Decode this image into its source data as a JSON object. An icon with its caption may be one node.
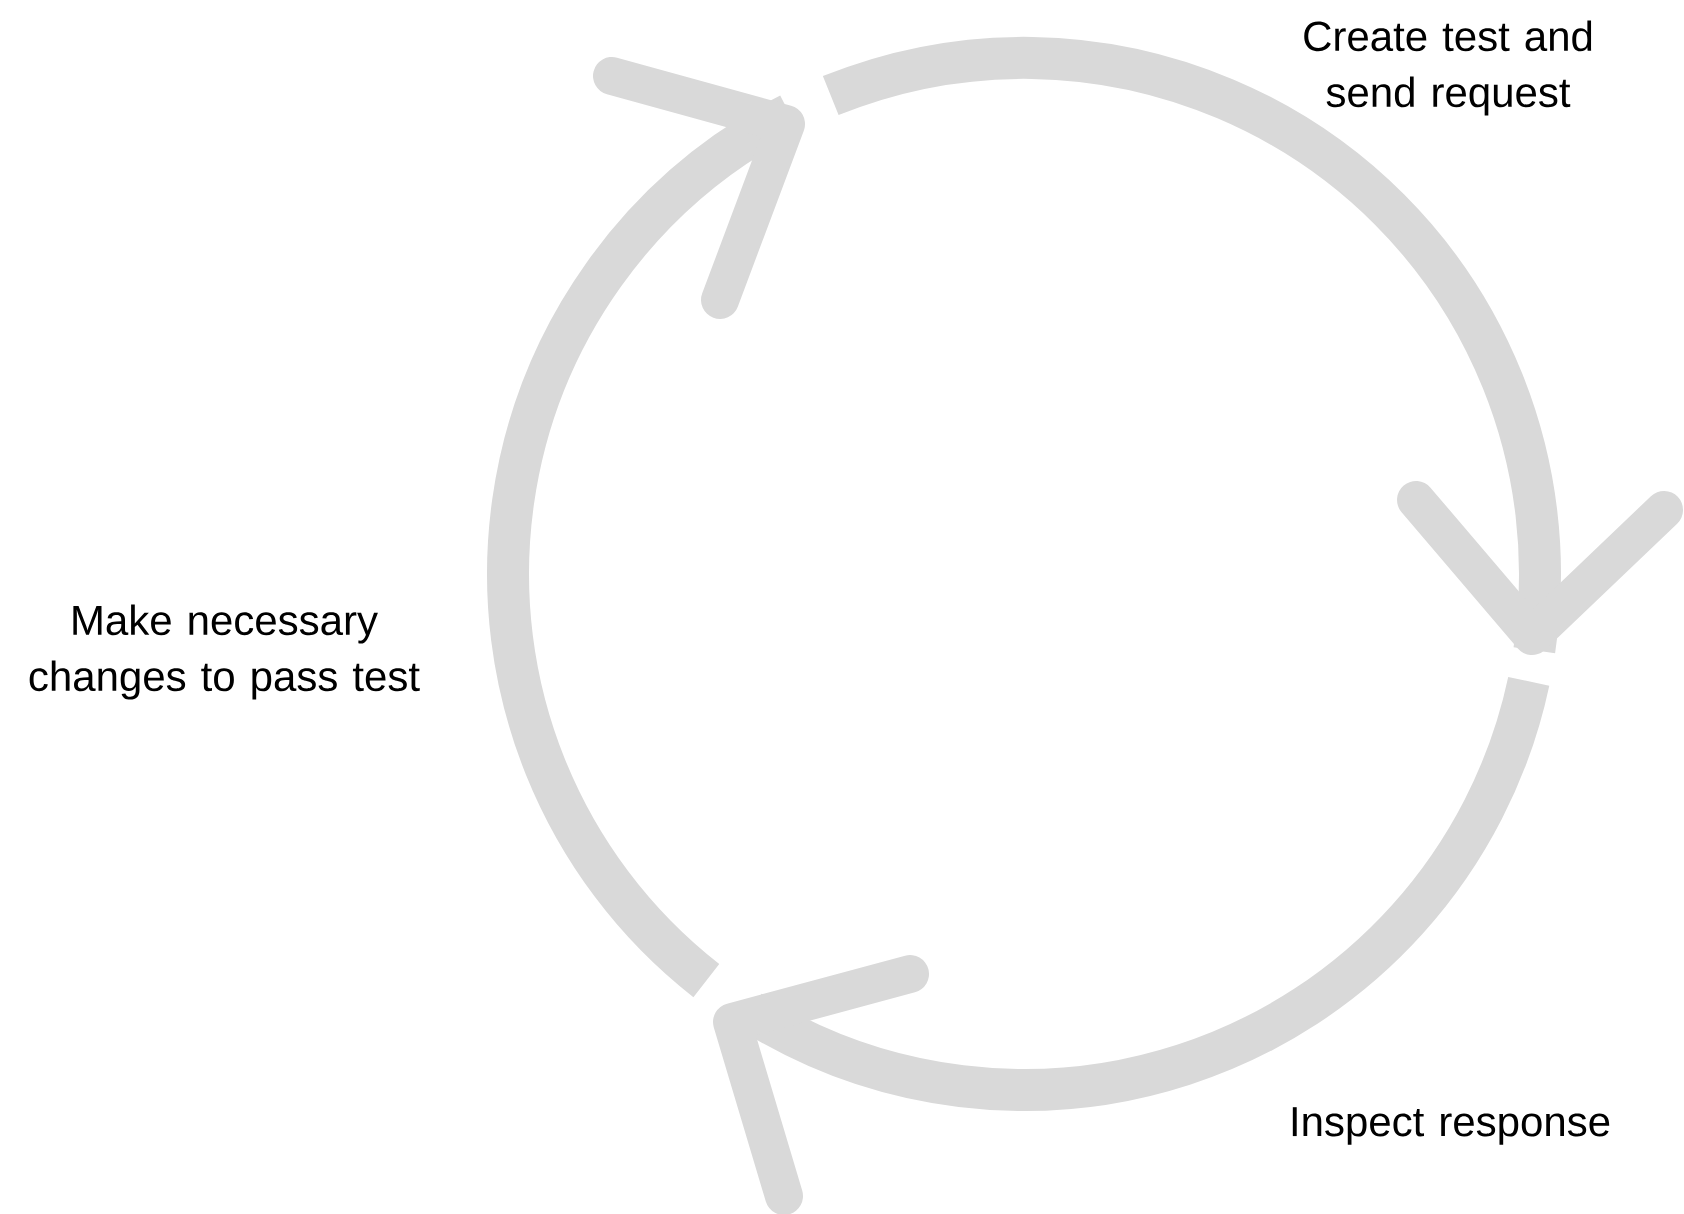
{
  "diagram": {
    "labels": [
      "Create test and send request",
      "Inspect response",
      "Make necessary changes to pass test"
    ]
  }
}
